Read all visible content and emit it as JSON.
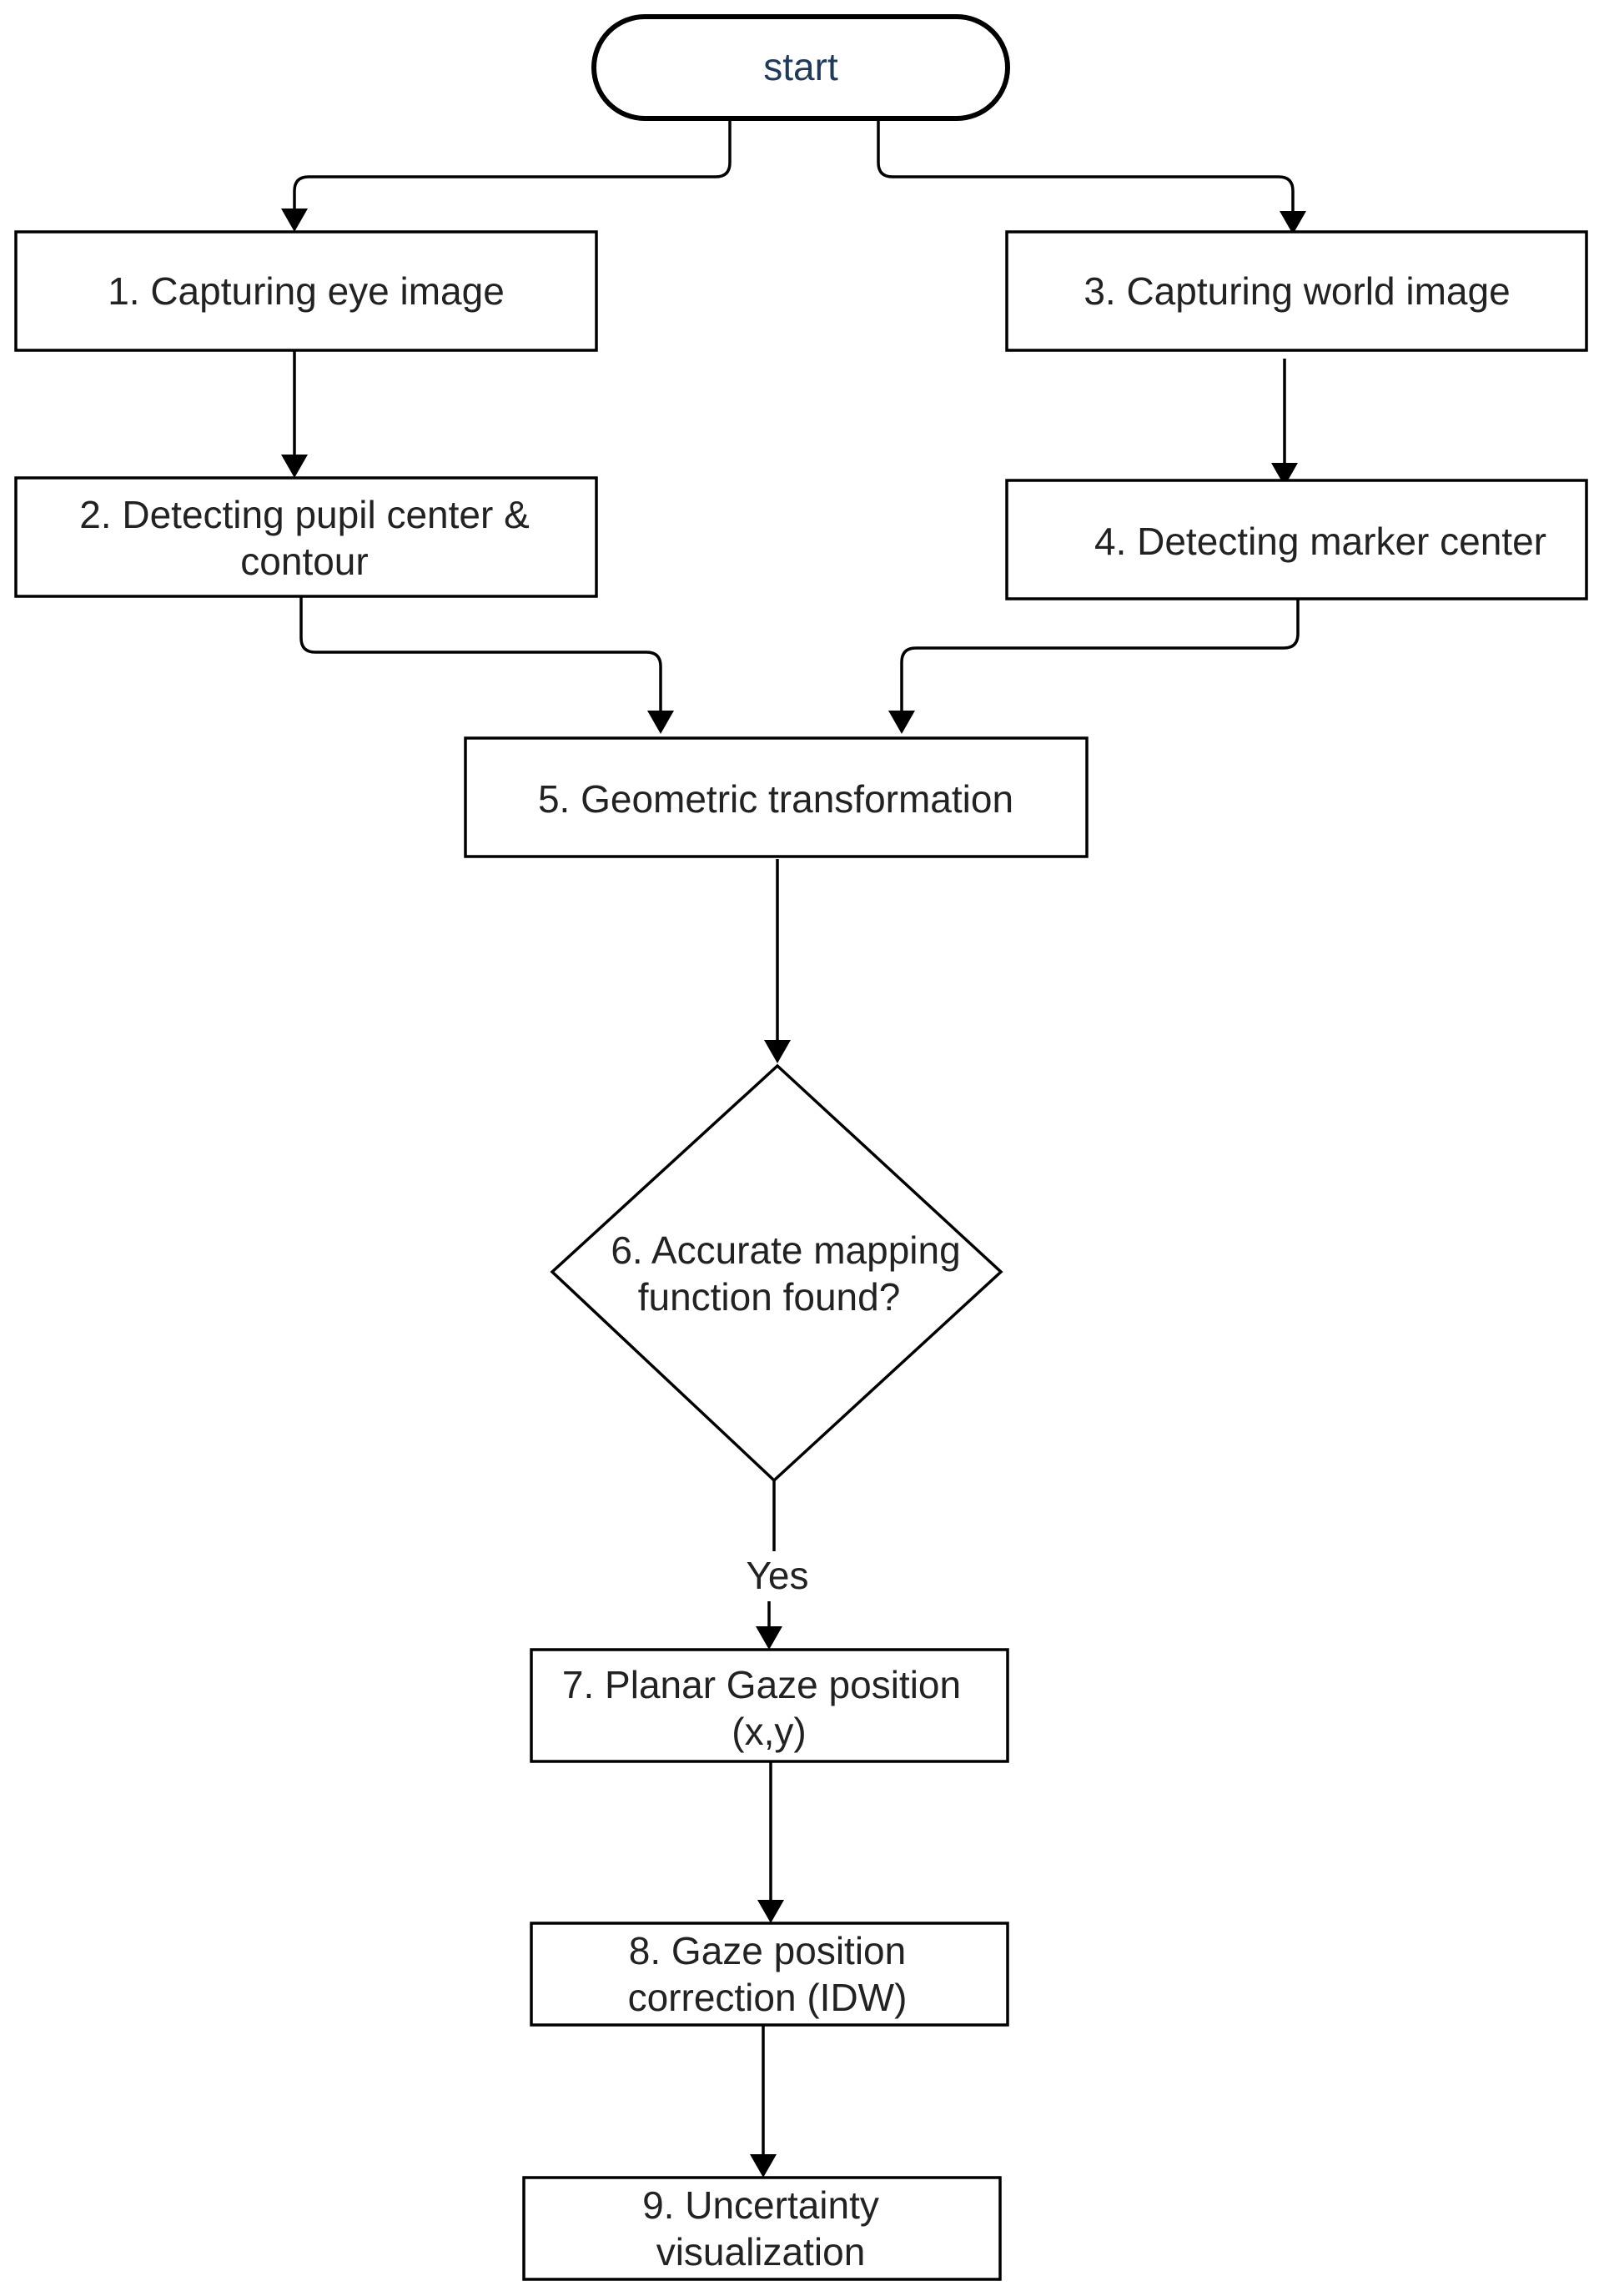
{
  "nodes": {
    "start": {
      "label": "start"
    },
    "n1": {
      "label": "1. Capturing eye image"
    },
    "n2": {
      "line1": "2. Detecting pupil center &",
      "line2": "contour"
    },
    "n3": {
      "label": "3. Capturing world image"
    },
    "n4": {
      "label": "4. Detecting marker center"
    },
    "n5": {
      "label": "5. Geometric transformation"
    },
    "n6": {
      "line1": "6. Accurate mapping",
      "line2": "function found?"
    },
    "n7": {
      "line1": "7. Planar Gaze position",
      "line2": "(x,y)"
    },
    "n8": {
      "line1": "8. Gaze position",
      "line2": "correction (IDW)"
    },
    "n9": {
      "line1": "9. Uncertainty",
      "line2": "visualization"
    }
  },
  "edges": [
    {
      "from": "start",
      "to": "n1",
      "label": ""
    },
    {
      "from": "start",
      "to": "n3",
      "label": ""
    },
    {
      "from": "n1",
      "to": "n2",
      "label": ""
    },
    {
      "from": "n3",
      "to": "n4",
      "label": ""
    },
    {
      "from": "n2",
      "to": "n5",
      "label": ""
    },
    {
      "from": "n4",
      "to": "n5",
      "label": ""
    },
    {
      "from": "n5",
      "to": "n6",
      "label": ""
    },
    {
      "from": "n6",
      "to": "n7",
      "label": "Yes"
    },
    {
      "from": "n7",
      "to": "n8",
      "label": ""
    },
    {
      "from": "n8",
      "to": "n9",
      "label": ""
    }
  ]
}
